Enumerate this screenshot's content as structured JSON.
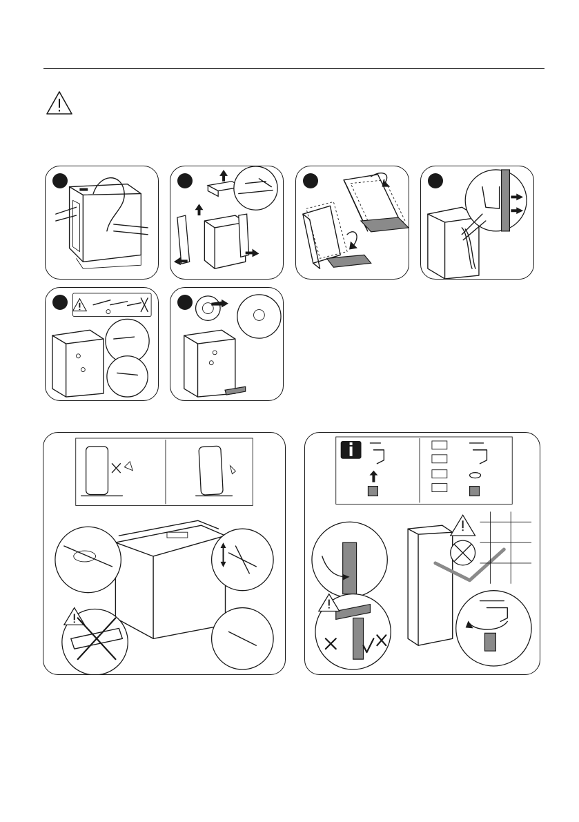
{
  "page": {
    "header_rule": true
  },
  "icons": {
    "warning": "warning-triangle-icon",
    "info": "info-icon"
  },
  "panels": {
    "step1": "remove-packaging-film",
    "step2": "remove-top-and-corner-protectors",
    "step3": "tilt-and-remove-base",
    "step4": "remove-hose-from-clips",
    "step5": "remove-transit-bolts",
    "step6": "insert-plastic-caps",
    "leveling": "level-appliance",
    "inlet": "connect-inlet-hose"
  },
  "info_box": {
    "empty_labels": [
      "",
      "",
      "",
      ""
    ]
  },
  "colors": {
    "ink": "#1a1a1a",
    "hose": "#8a8a8a"
  }
}
